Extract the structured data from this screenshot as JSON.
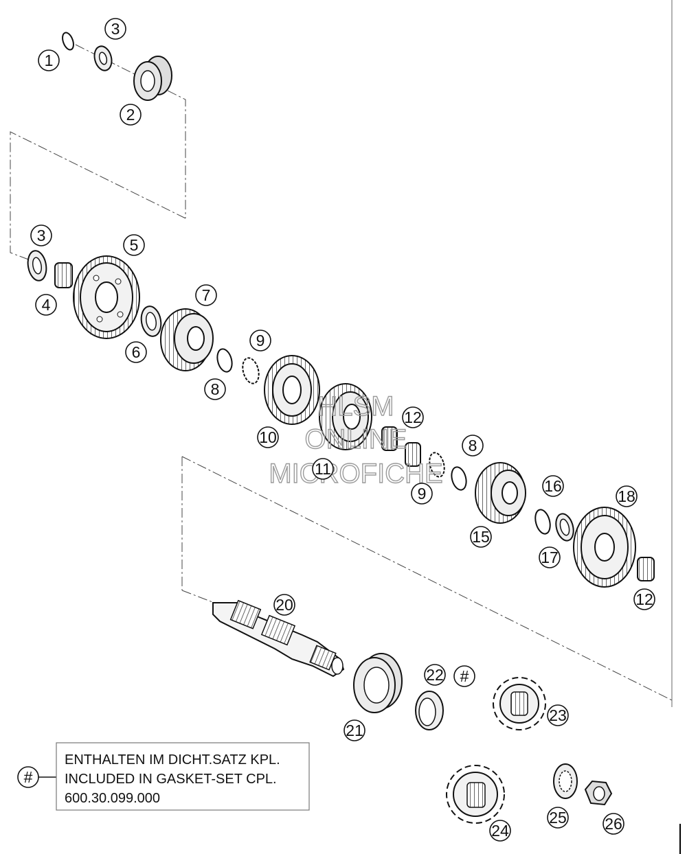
{
  "callouts": {
    "c1": "1",
    "c2": "2",
    "c3a": "3",
    "c3b": "3",
    "c4": "4",
    "c5": "5",
    "c6": "6",
    "c7": "7",
    "c8a": "8",
    "c8b": "8",
    "c9a": "9",
    "c9b": "9",
    "c10": "10",
    "c11": "11",
    "c12a": "12",
    "c12b": "12",
    "c15": "15",
    "c16": "16",
    "c17": "17",
    "c18": "18",
    "c20": "20",
    "c21": "21",
    "c22": "22",
    "chash": "#",
    "c23": "23",
    "c24": "24",
    "c25": "25",
    "c26": "26"
  },
  "note": {
    "symbol": "#",
    "line1": "ENTHALTEN IM DICHT.SATZ KPL.",
    "line2": "INCLUDED IN GASKET-SET CPL.",
    "line3": "600.30.099.000"
  },
  "watermark": {
    "line1": "HLSM",
    "line2": "ONLINE",
    "line3": "MICROFICHE"
  }
}
